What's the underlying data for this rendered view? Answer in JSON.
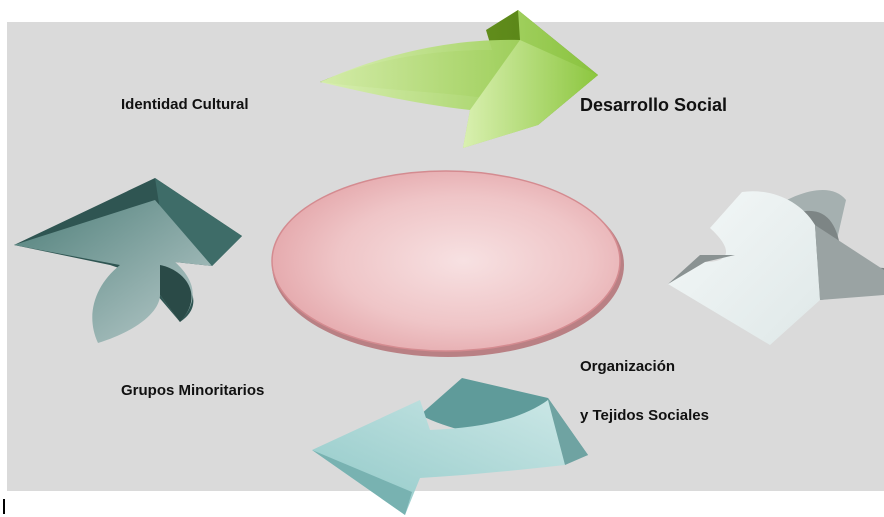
{
  "labels": {
    "identidad": "Identidad Cultural",
    "desarrollo": "Desarrollo Social",
    "grupos": "Grupos Minoritarios",
    "organizacion_line1": "Organización",
    "organizacion_line2": "y Tejidos Sociales"
  },
  "colors": {
    "background_panel": "#dadada",
    "center_ellipse": "#f0c4c6",
    "arrow_top": "#8cc63f",
    "arrow_right": "#e9f0f0",
    "arrow_bottom": "#a7d3d3",
    "arrow_left": "#4f7f7a"
  }
}
